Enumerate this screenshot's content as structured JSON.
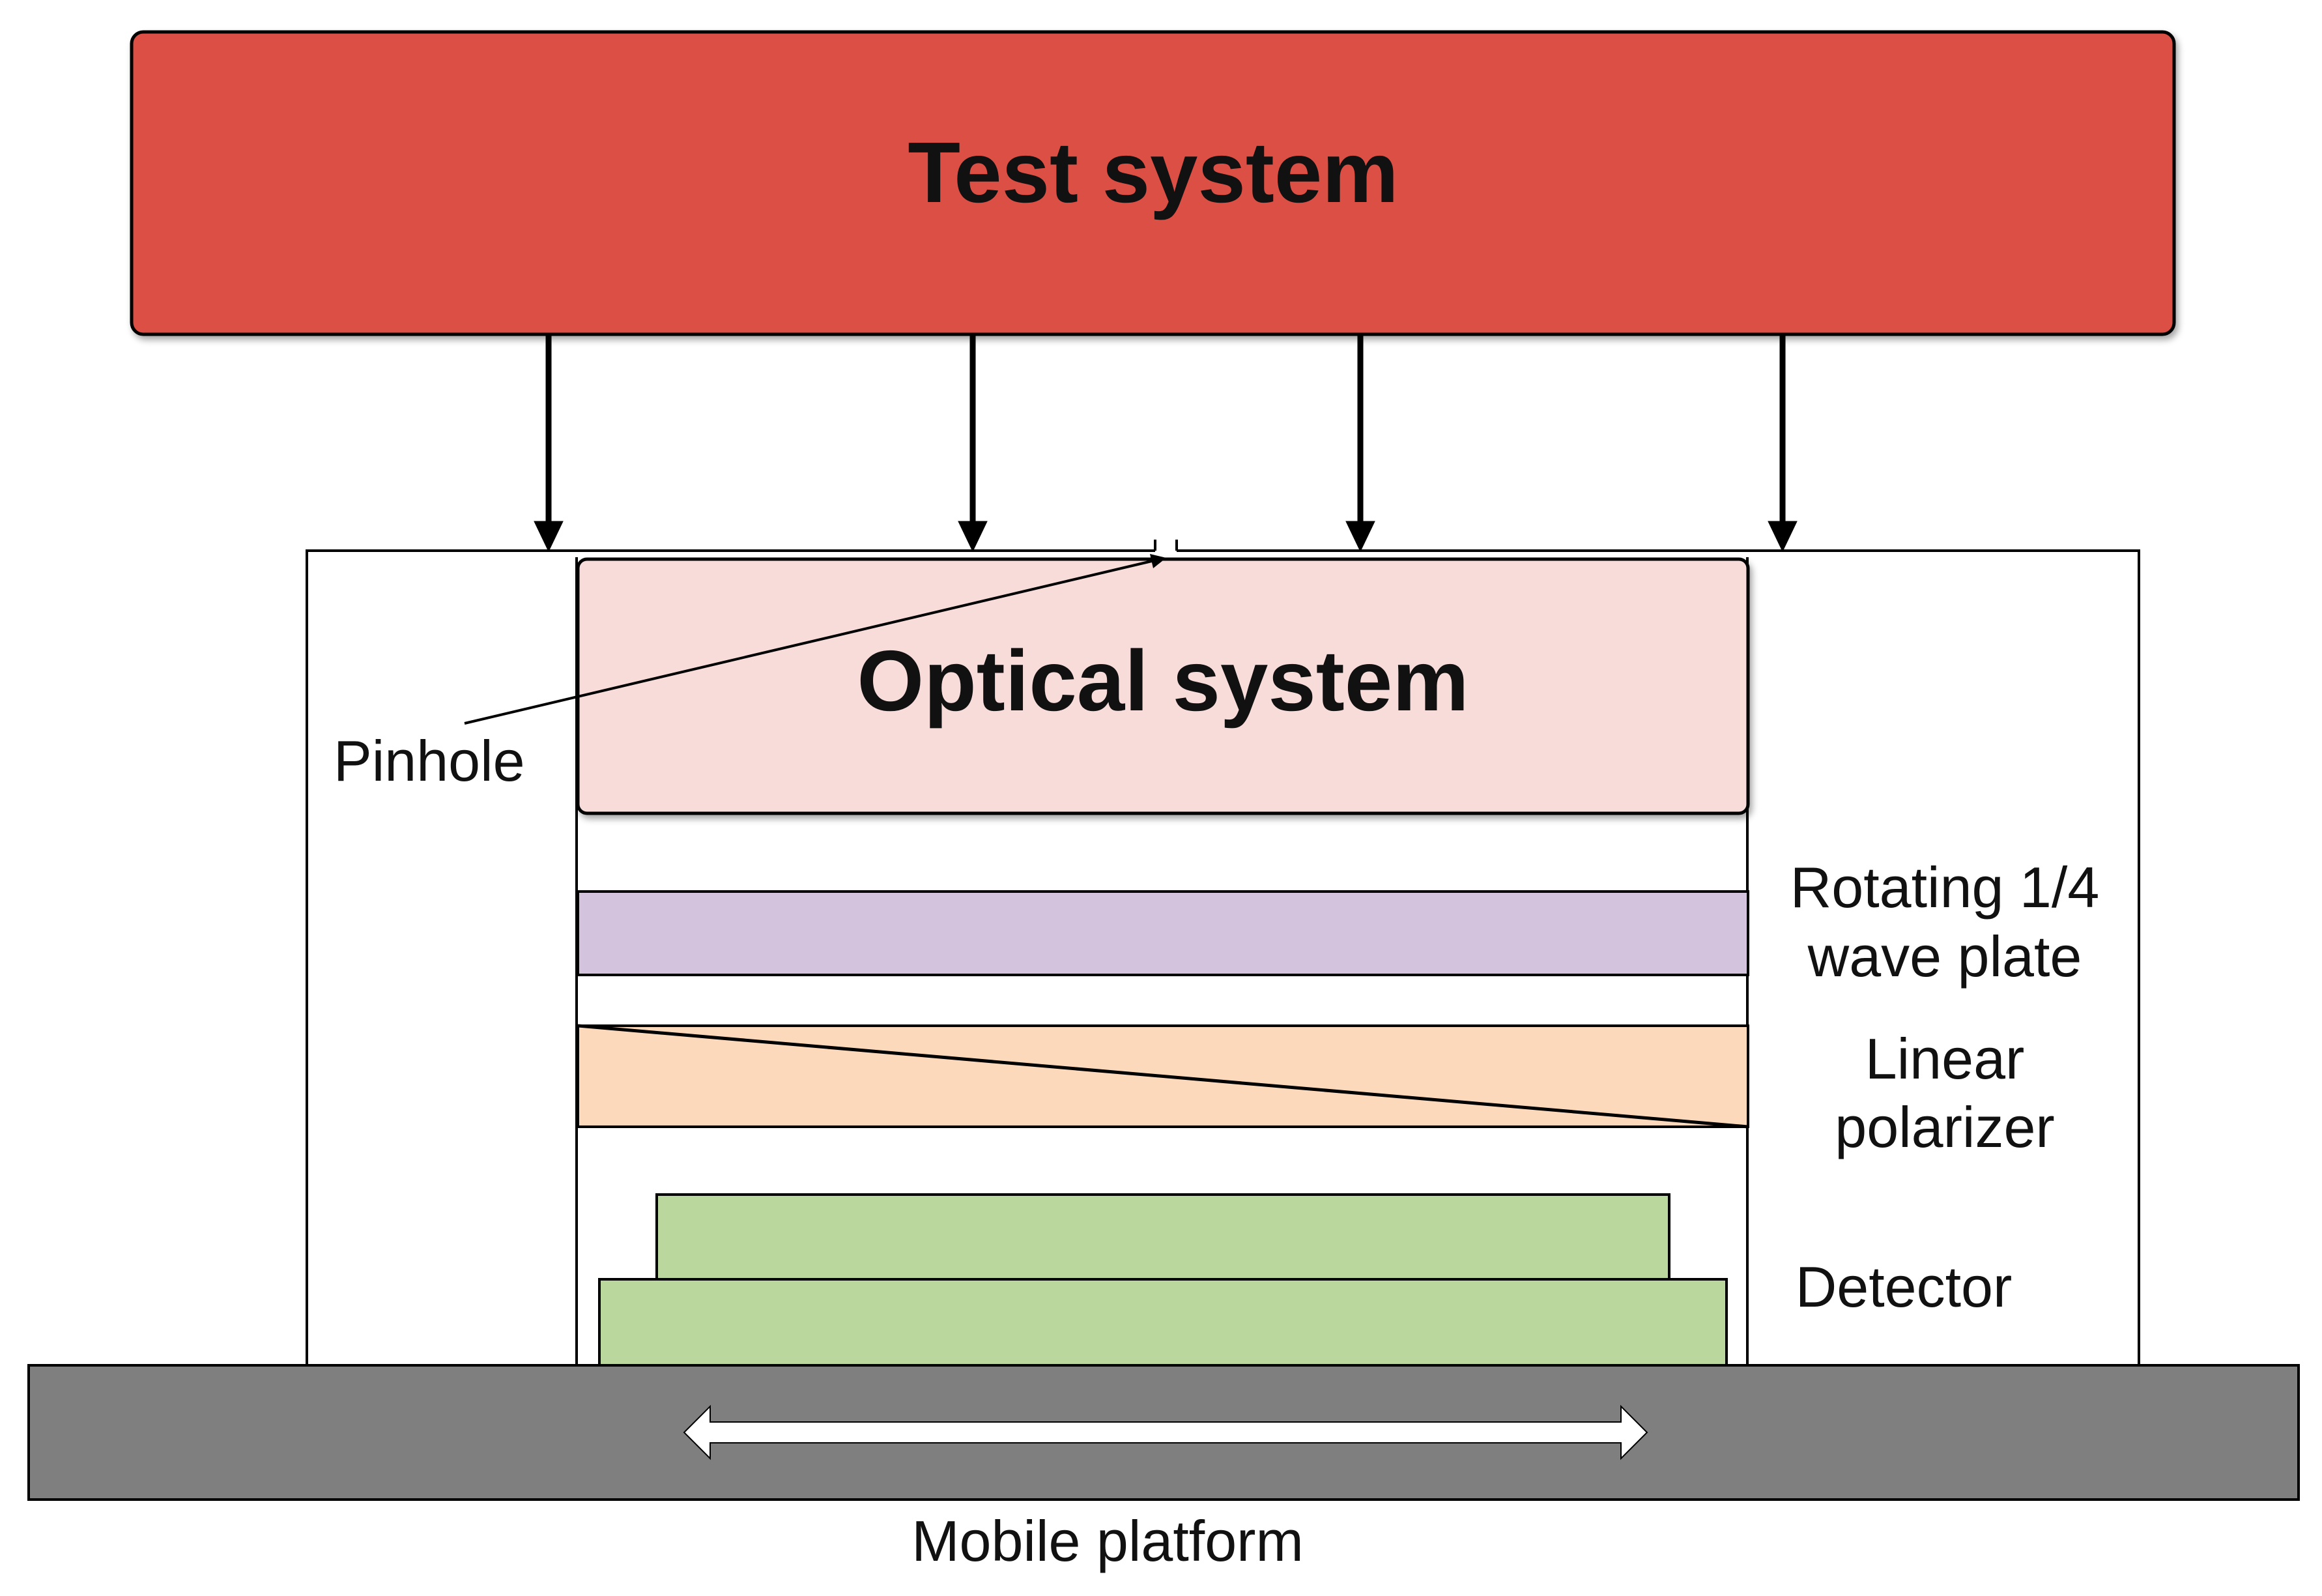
{
  "diagram": {
    "test_system": {
      "label": "Test system",
      "color": "#DB5045"
    },
    "optical_system": {
      "label": "Optical system",
      "color": "#F8DCDA"
    },
    "pinhole": {
      "label": "Pinhole"
    },
    "wave_plate": {
      "label_line1": "Rotating 1/4",
      "label_line2": "wave plate",
      "color": "#D3C3DD"
    },
    "linear_polarizer": {
      "label_line1": "Linear",
      "label_line2": "polarizer",
      "color": "#FDD9BC"
    },
    "detector": {
      "label": "Detector",
      "color": "#BAD79E"
    },
    "mobile_platform": {
      "label": "Mobile platform",
      "color": "#7F7F7F",
      "arrow_color": "#FFFFFF"
    },
    "stroke_color": "#000000"
  }
}
